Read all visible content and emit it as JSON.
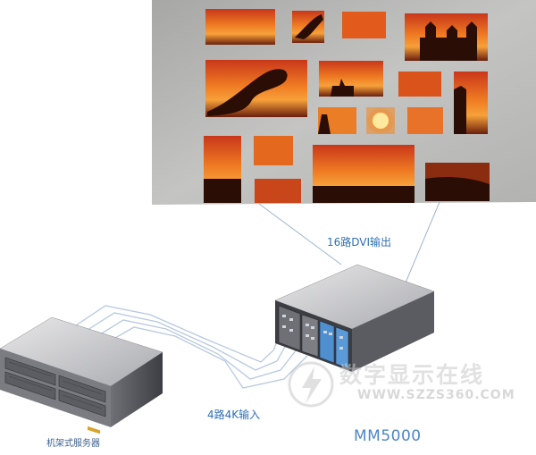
{
  "diagram": {
    "output_label": "16路DVI输出",
    "input_label": "4路4K输入",
    "server_label": "机架式服务器",
    "device_model": "MM5000"
  },
  "watermark": {
    "name": "数字显示在线",
    "url": "WWW.SZZS360.COM"
  },
  "icons": [
    "lightning-logo-icon"
  ],
  "colors": {
    "label": "#2f6fb3",
    "cable": "#b8c9e0",
    "wall": "#b9b9b7",
    "sunset": "#e4631d"
  }
}
